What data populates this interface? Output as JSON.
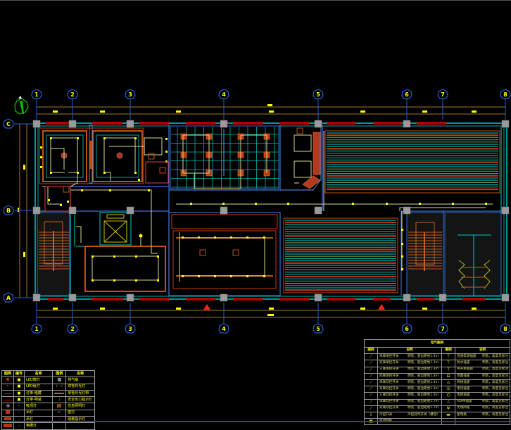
{
  "drawing": {
    "type": "electrical lighting floor plan",
    "grid_axes_horizontal": [
      "1",
      "2",
      "3",
      "4",
      "5",
      "6",
      "7",
      "8"
    ],
    "grid_axes_vertical": [
      "C",
      "B",
      "A"
    ],
    "north_arrow_label": "N",
    "colors": {
      "background": "#000000",
      "wall_cyan": "#00c8c8",
      "wall_blue": "#3a6fd0",
      "ceiling_orange": "#ff6a1a",
      "window_red": "#b00000",
      "wire": "#d8d890",
      "fixture": "#ffff00",
      "column": "#9a9a9a",
      "dimension": "#a07a20",
      "axis_bubble": "#1e5fd0"
    }
  },
  "legend_left": {
    "headers": [
      "图例",
      "编号",
      "名称",
      "图例",
      "名称"
    ],
    "rows": [
      {
        "no": "■",
        "name": "LED筒灯",
        "name2": "排气扇"
      },
      {
        "no": "■",
        "name": "LED射灯",
        "name2": "双管日光灯"
      },
      {
        "no": "■",
        "name": "灯带-暗藏",
        "name2": "单管日光灯带"
      },
      {
        "no": "■",
        "name": "灯带-明装",
        "name2": "安全出口指示灯"
      },
      {
        "no": "-",
        "name": "吸顶灯",
        "name2": "应急照明灯"
      },
      {
        "no": "-",
        "name": "吊灯",
        "name2": "壁灯"
      },
      {
        "no": "-",
        "name": "吊灯",
        "name2": "疏散指示灯"
      },
      {
        "no": "-",
        "name": "格栅灯",
        "name2": ""
      }
    ]
  },
  "legend_right": {
    "title": "电气图例",
    "headers": [
      "图例",
      "说明",
      "图例",
      "说明"
    ],
    "rows": [
      {
        "left": "单联单控开关",
        "spec": "明装，底边距地1.3m",
        "right": "普通电源插座",
        "spec2": "明装，高度见标注"
      },
      {
        "left": "双联单控开关",
        "spec": "明装，底边距地1.3m",
        "right": "防水插座",
        "spec2": "明装，高度见标注"
      },
      {
        "left": "三联单控开关",
        "spec": "明装，底边距地1.3m",
        "right": "带开关插座",
        "spec2": "明装，高度见标注"
      },
      {
        "left": "四联单控开关",
        "spec": "明装，底边距地1.3m",
        "right": "地面插座",
        "spec2": "明装，高度见标注"
      },
      {
        "left": "单联双控开关",
        "spec": "明装，底边距地1.3m",
        "right": "网线插座",
        "spec2": "明装，高度见标注"
      },
      {
        "left": "双联双控开关",
        "spec": "明装，底边距地1.3m",
        "right": "电话插座",
        "spec2": "明装，高度见标注"
      },
      {
        "left": "三联双控开关",
        "spec": "明装，底边距地1.3m",
        "right": "电视插座",
        "spec2": "明装，高度见标注"
      },
      {
        "left": "单联双控开关",
        "spec": "明装，底边距地1.7m",
        "right": "HDMI插座",
        "spec2": "明装，高度见标注"
      },
      {
        "left": "双联双控开关",
        "spec": "明装，底边距地1.7m",
        "right": "无线网络",
        "spec2": "明装，高度见标注"
      },
      {
        "left": "声控开关",
        "spec": "声控延时开关（楼道）",
        "right": "配电箱",
        "spec2": "明装，高度见标注"
      },
      {
        "left": "空调面板",
        "spec": "",
        "right": "",
        "spec2": ""
      }
    ]
  }
}
